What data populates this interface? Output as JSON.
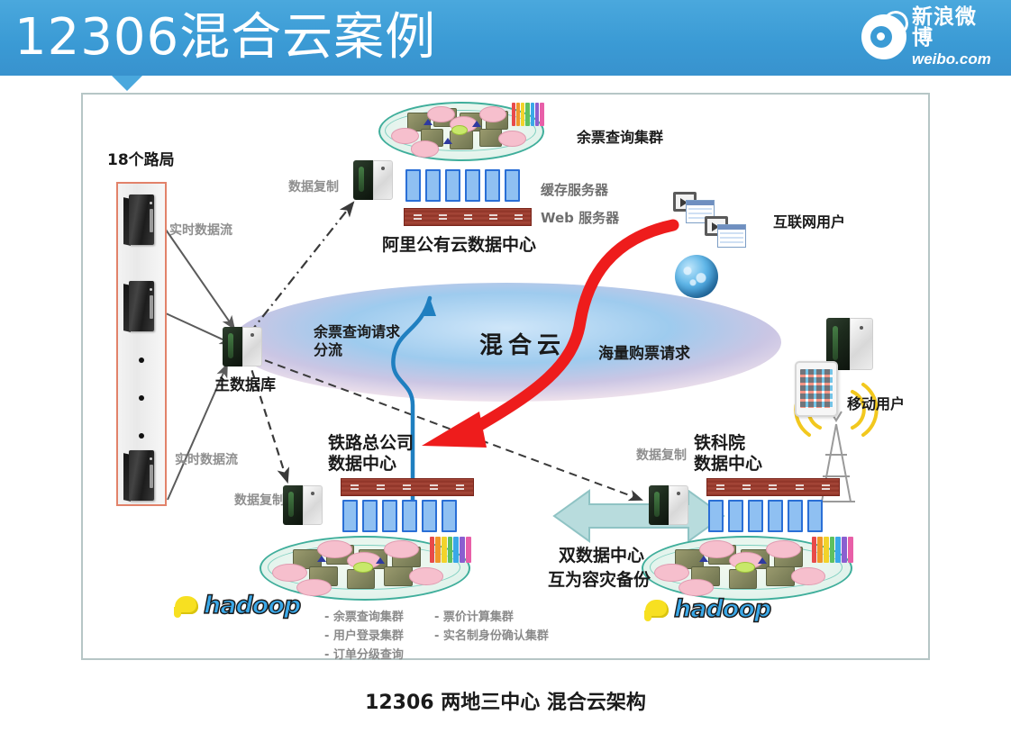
{
  "header": {
    "title": "12306混合云案例",
    "brand_cn": "新浪微博",
    "brand_en": "weibo.com",
    "bg_color": "#3b9bd5"
  },
  "diagram": {
    "routes_label": "18个路局",
    "main_db_label": "主数据库",
    "realtime_stream_top": "实时数据流",
    "realtime_stream_bottom": "实时数据流",
    "data_replication_top": "数据复制",
    "data_replication_left": "数据复制",
    "data_replication_right": "数据复制",
    "ali_cloud_dc": "阿里公有云数据中心",
    "ticket_query_cluster": "余票查询集群",
    "cache_server": "缓存服务器",
    "web_server": "Web 服务器",
    "hybrid_cloud": "混合云",
    "query_split_line1": "余票查询请求",
    "query_split_line2": "分流",
    "mass_purchase": "海量购票请求",
    "internet_users": "互联网用户",
    "mobile_users": "移动用户",
    "railway_dc_line1": "铁路总公司",
    "railway_dc_line2": "数据中心",
    "tiekeyuan_dc_line1": "铁科院",
    "tiekeyuan_dc_line2": "数据中心",
    "dual_dc_line1": "双数据中心",
    "dual_dc_line2": "互为容灾备份",
    "hadoop_logo": "hadoop",
    "cluster_list_col1": "- 余票查询集群\n- 用户登录集群\n- 订单分级查询",
    "cluster_list_col2": "- 票价计算集群\n- 实名制身份确认集群",
    "colors": {
      "frame_border": "#b6c6c6",
      "routes_border": "#e2826a",
      "blue_arrow": "#1f7fc0",
      "red_arrow": "#ee1c1c",
      "dual_arrow": "#a9d5d6",
      "cache_blue": "#2a6fd6",
      "web_brick": "#97392c",
      "cloud_ellipse": "#8ec4ea"
    }
  },
  "caption": "12306 两地三中心 混合云架构"
}
